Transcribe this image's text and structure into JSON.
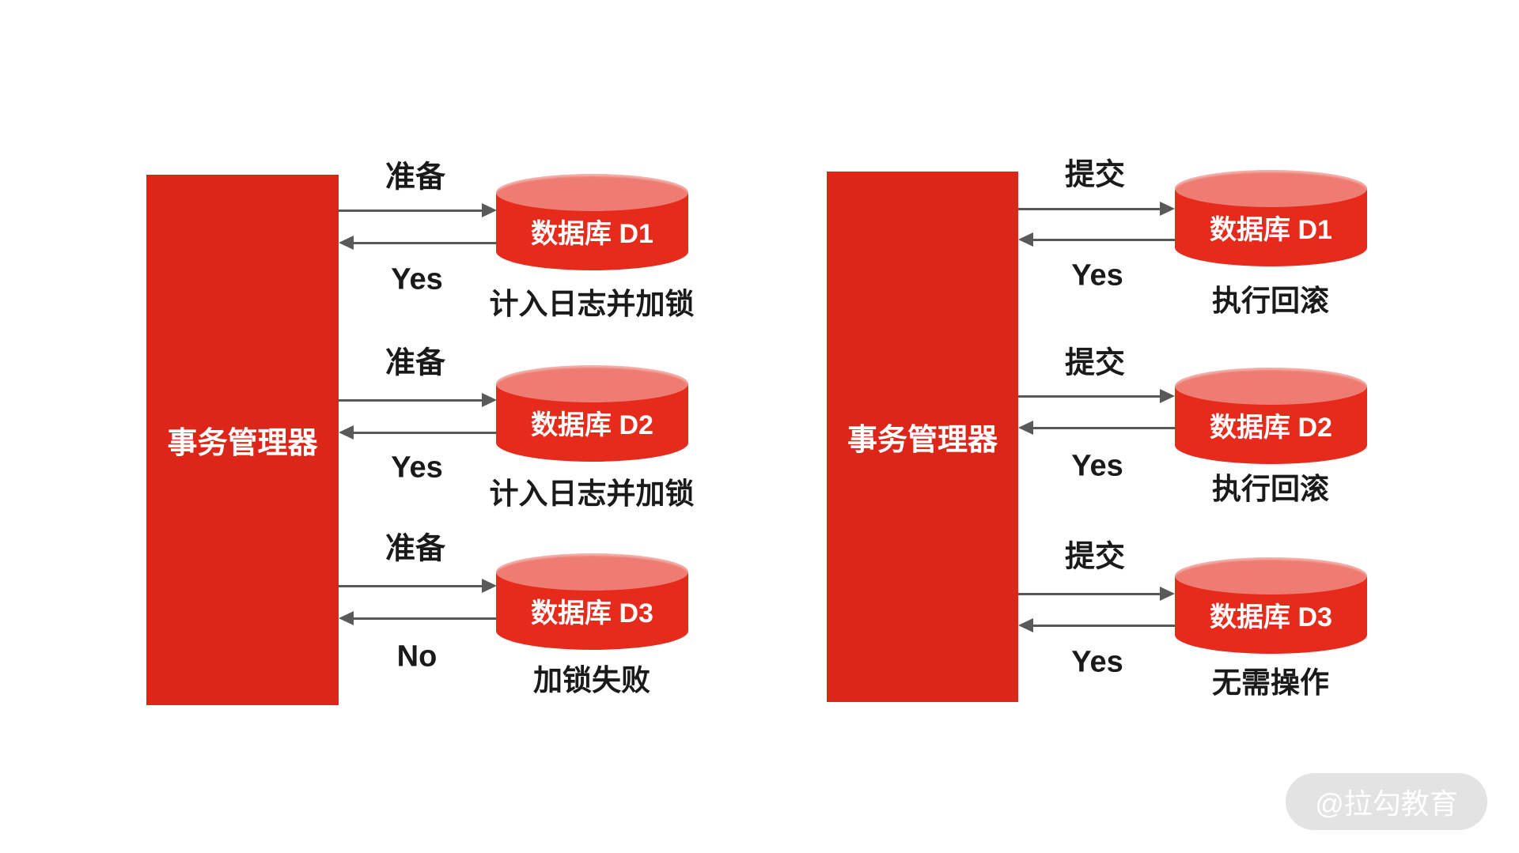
{
  "left": {
    "manager_label": "事务管理器",
    "rows": [
      {
        "request": "准备",
        "node": "数据库 D1",
        "reply": "Yes",
        "note": "计入日志并加锁"
      },
      {
        "request": "准备",
        "node": "数据库 D2",
        "reply": "Yes",
        "note": "计入日志并加锁"
      },
      {
        "request": "准备",
        "node": "数据库 D3",
        "reply": "No",
        "note": "加锁失败"
      }
    ]
  },
  "right": {
    "manager_label": "事务管理器",
    "rows": [
      {
        "request": "提交",
        "node": "数据库 D1",
        "reply": "Yes",
        "note": "执行回滚"
      },
      {
        "request": "提交",
        "node": "数据库 D2",
        "reply": "Yes",
        "note": "执行回滚"
      },
      {
        "request": "提交",
        "node": "数据库 D3",
        "reply": "Yes",
        "note": "无需操作"
      }
    ]
  },
  "watermark": "@拉勾教育",
  "colors": {
    "box_red": "#DC2619",
    "cylinder_red": "#E62A1C",
    "cylinder_top": "#EE7C73",
    "arrow_gray": "#595959",
    "text_black": "#1A1A1A",
    "watermark_bg": "#E3E3E3",
    "watermark_text": "#FFFFFF"
  }
}
